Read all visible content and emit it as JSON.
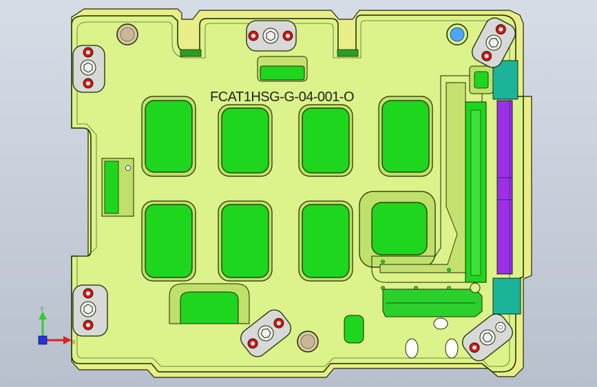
{
  "viewport": {
    "background_top": "#d7dde7",
    "background_bottom": "#b8c0cd"
  },
  "part": {
    "label": "FCAT1HSG-G-04-001-O",
    "base_color": "#dcf28a",
    "outline_color": "#1a2a00",
    "pocket_color": "#1ed61e",
    "rail_color": "#9b30e8",
    "hole_color": "#dd1111",
    "pin_color": "#d6c6a4",
    "blue_pin_color": "#4ea4ff"
  },
  "triad": {
    "y_label": "Y",
    "x_label": "X",
    "y_color": "#33cc33",
    "x_color": "#dd2222",
    "z_color": "#2233dd"
  }
}
